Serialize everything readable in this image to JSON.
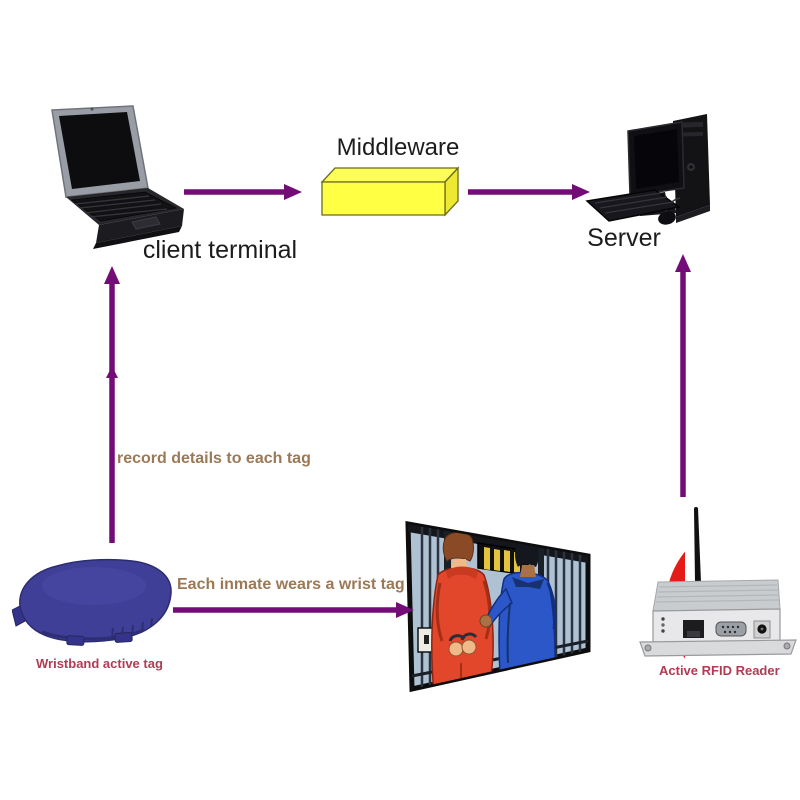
{
  "colors": {
    "background": "#ffffff",
    "arrow": "#740c78",
    "node_label": "#1c1c1c",
    "flow_label": "#9c7956",
    "tag_label": "#b03b53",
    "middleware_box": "#ffff44",
    "signal_waves": "#e41b17",
    "wristband_body": "#3f3f97"
  },
  "nodes": {
    "client_terminal": {
      "label": "client terminal"
    },
    "middleware": {
      "label": "Middleware"
    },
    "server": {
      "label": "Server"
    },
    "wristband": {
      "label": "Wristband active tag"
    },
    "rfid_reader": {
      "label": "Active RFID Reader"
    }
  },
  "flows": {
    "record_details": {
      "label": "record details to each tag"
    },
    "inmate_wears": {
      "label": "Each inmate wears a wrist tag"
    }
  }
}
